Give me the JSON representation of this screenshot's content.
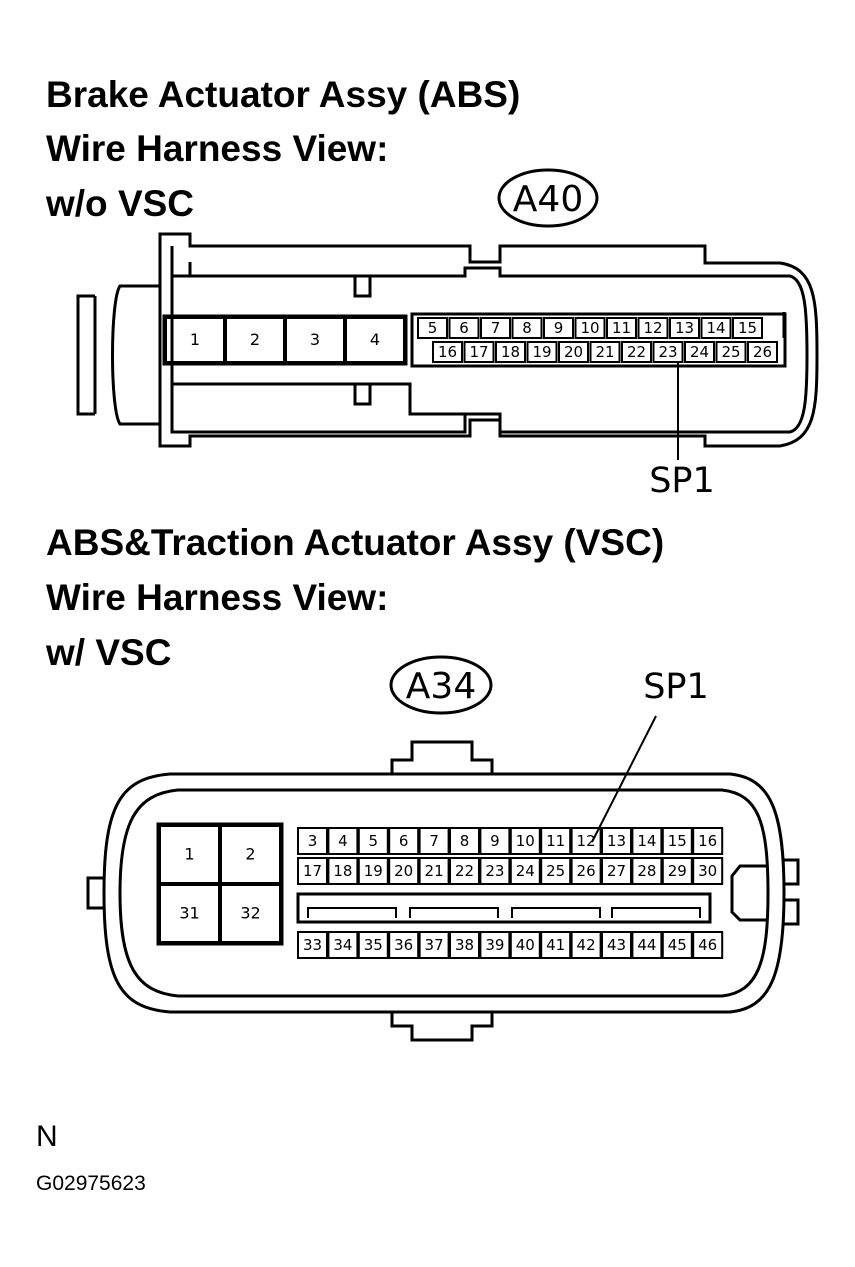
{
  "section_abs": {
    "title": "Brake Actuator Assy (ABS)",
    "view": "Wire Harness View:",
    "variant": "w/o VSC",
    "connector_id": "A40",
    "pins_large": [
      "1",
      "2",
      "3",
      "4"
    ],
    "pins_top_row": [
      "5",
      "6",
      "7",
      "8",
      "9",
      "10",
      "11",
      "12",
      "13",
      "14",
      "15"
    ],
    "pins_bottom_row": [
      "16",
      "17",
      "18",
      "19",
      "20",
      "21",
      "22",
      "23",
      "24",
      "25",
      "26"
    ],
    "callout": "SP1"
  },
  "section_vsc": {
    "title": "ABS&Traction Actuator Assy (VSC)",
    "view": "Wire Harness View:",
    "variant": "w/ VSC",
    "connector_id": "A34",
    "pins_large": [
      "1",
      "2",
      "31",
      "32"
    ],
    "pins_row1": [
      "3",
      "4",
      "5",
      "6",
      "7",
      "8",
      "9",
      "10",
      "11",
      "12",
      "13",
      "14",
      "15",
      "16"
    ],
    "pins_row2": [
      "17",
      "18",
      "19",
      "20",
      "21",
      "22",
      "23",
      "24",
      "25",
      "26",
      "27",
      "28",
      "29",
      "30"
    ],
    "pins_row3": [
      "33",
      "34",
      "35",
      "36",
      "37",
      "38",
      "39",
      "40",
      "41",
      "42",
      "43",
      "44",
      "45",
      "46"
    ],
    "callout": "SP1"
  },
  "footer": {
    "marker": "N",
    "figure_code": "G02975623"
  }
}
